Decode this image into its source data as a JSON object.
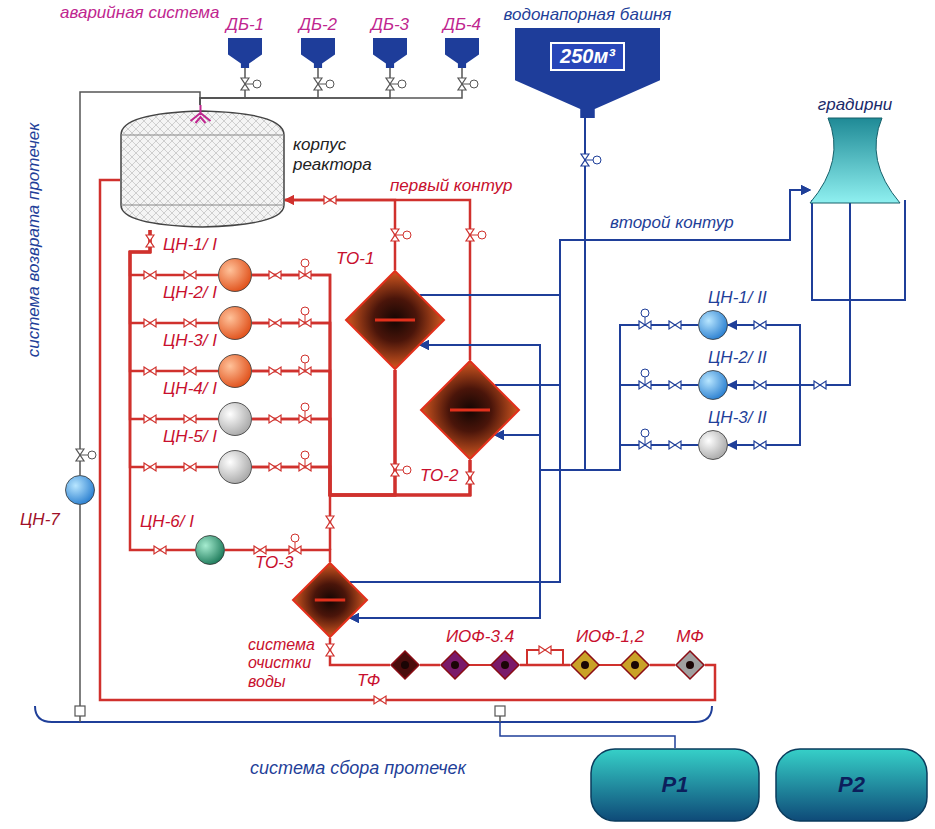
{
  "diagram": {
    "nodes": [
      {
        "text": [
          "ДБ-1"
        ]
      },
      {
        "text": [
          "ДБ-2"
        ]
      },
      {
        "text": [
          "ДБ-3"
        ]
      },
      {
        "text": [
          "ДБ-4"
        ]
      },
      {
        "text": [
          "водонапорная башня",
          "250м³"
        ]
      },
      {
        "text": [
          "корпус реактора"
        ]
      },
      {
        "text": [
          "градирни"
        ]
      },
      {
        "text": [
          "ЦН-1/ I"
        ]
      },
      {
        "text": [
          "ЦН-2/ I"
        ]
      },
      {
        "text": [
          "ЦН-3/ I"
        ]
      },
      {
        "text": [
          "ЦН-4/ I"
        ]
      },
      {
        "text": [
          "ЦН-5/ I"
        ]
      },
      {
        "text": [
          "ТО-1"
        ]
      },
      {
        "text": [
          "ТО-2"
        ]
      },
      {
        "text": [
          "ЦН-1/ II"
        ]
      },
      {
        "text": [
          "ЦН-2/ II"
        ]
      },
      {
        "text": [
          "ЦН-3/ II"
        ]
      },
      {
        "text": [
          "ЦН-7"
        ]
      },
      {
        "text": [
          "ЦН-6/ I"
        ]
      },
      {
        "text": [
          "ТО-3"
        ]
      },
      {
        "text": [
          "ТФ"
        ]
      },
      {
        "text": [
          "ИОФ-3.4"
        ]
      },
      {
        "text": [
          "ИОФ-1,2"
        ]
      },
      {
        "text": [
          "МФ"
        ]
      },
      {
        "text": [
          "Р1"
        ]
      },
      {
        "text": [
          "Р2"
        ]
      }
    ],
    "edges": [
      {
        "from": 0,
        "to": 5,
        "arrow": "none"
      },
      {
        "from": 1,
        "to": 5,
        "arrow": "none"
      },
      {
        "from": 2,
        "to": 5,
        "arrow": "none"
      },
      {
        "from": 3,
        "to": 5,
        "arrow": "none"
      },
      {
        "from": 17,
        "to": 5,
        "arrow": "none"
      },
      {
        "from": 5,
        "to": 7,
        "arrow": "none"
      },
      {
        "from": 5,
        "to": 8,
        "arrow": "none"
      },
      {
        "from": 5,
        "to": 9,
        "arrow": "none"
      },
      {
        "from": 5,
        "to": 10,
        "arrow": "none"
      },
      {
        "from": 5,
        "to": 11,
        "arrow": "none"
      },
      {
        "from": 7,
        "to": 12,
        "arrow": "none"
      },
      {
        "from": 7,
        "to": 13,
        "arrow": "none"
      },
      {
        "from": 8,
        "to": 12,
        "arrow": "none"
      },
      {
        "from": 8,
        "to": 13,
        "arrow": "none"
      },
      {
        "from": 9,
        "to": 12,
        "arrow": "none"
      },
      {
        "from": 9,
        "to": 13,
        "arrow": "none"
      },
      {
        "from": 10,
        "to": 12,
        "arrow": "none"
      },
      {
        "from": 10,
        "to": 13,
        "arrow": "none"
      },
      {
        "from": 11,
        "to": 12,
        "arrow": "none"
      },
      {
        "from": 11,
        "to": 13,
        "arrow": "none"
      },
      {
        "from": 12,
        "to": 5,
        "arrow": "to"
      },
      {
        "from": 13,
        "to": 5,
        "arrow": "to"
      },
      {
        "from": 5,
        "to": 18,
        "arrow": "none"
      },
      {
        "from": 18,
        "to": 19,
        "arrow": "none"
      },
      {
        "from": 19,
        "to": 20,
        "arrow": "none"
      },
      {
        "from": 20,
        "to": 21,
        "arrow": "none"
      },
      {
        "from": 21,
        "to": 22,
        "arrow": "none"
      },
      {
        "from": 22,
        "to": 23,
        "arrow": "none"
      },
      {
        "from": 23,
        "to": 5,
        "arrow": "none"
      },
      {
        "from": 14,
        "to": 12,
        "arrow": "to"
      },
      {
        "from": 14,
        "to": 13,
        "arrow": "to"
      },
      {
        "from": 14,
        "to": 19,
        "arrow": "to"
      },
      {
        "from": 15,
        "to": 12,
        "arrow": "to"
      },
      {
        "from": 15,
        "to": 13,
        "arrow": "to"
      },
      {
        "from": 15,
        "to": 19,
        "arrow": "to"
      },
      {
        "from": 16,
        "to": 12,
        "arrow": "to"
      },
      {
        "from": 16,
        "to": 13,
        "arrow": "to"
      },
      {
        "from": 16,
        "to": 19,
        "arrow": "to"
      },
      {
        "from": 12,
        "to": 6,
        "arrow": "to"
      },
      {
        "from": 13,
        "to": 6,
        "arrow": "to"
      },
      {
        "from": 19,
        "to": 6,
        "arrow": "to"
      },
      {
        "from": 6,
        "to": 14,
        "arrow": "to"
      },
      {
        "from": 6,
        "to": 15,
        "arrow": "to"
      },
      {
        "from": 6,
        "to": 16,
        "arrow": "to"
      },
      {
        "from": 4,
        "to": 14,
        "arrow": "none"
      },
      {
        "from": 4,
        "to": 15,
        "arrow": "none"
      },
      {
        "from": 4,
        "to": 16,
        "arrow": "none"
      }
    ],
    "labels": [
      "аварийная система",
      "первый контур",
      "второй контур",
      "система возврата протечек",
      "система очистки воды",
      "система сбора протечек"
    ]
  }
}
